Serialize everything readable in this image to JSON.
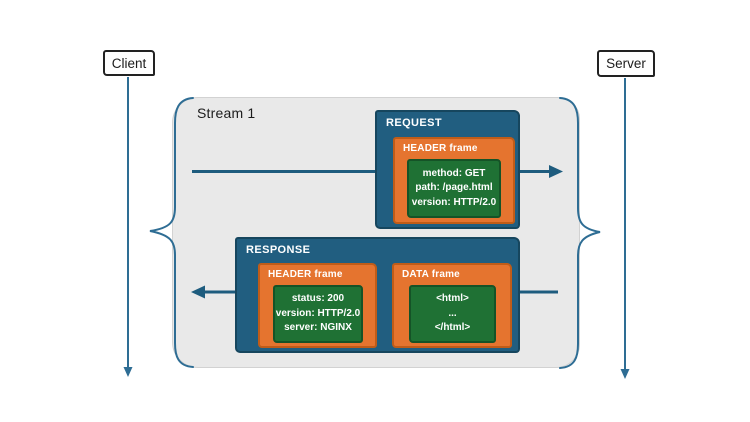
{
  "diagram": {
    "client_label": "Client",
    "server_label": "Server",
    "stream_label": "Stream 1",
    "request": {
      "title": "REQUEST",
      "header_frame": {
        "title": "HEADER frame",
        "lines": [
          "method: GET",
          "path: /page.html",
          "version: HTTP/2.0"
        ]
      }
    },
    "response": {
      "title": "RESPONSE",
      "header_frame": {
        "title": "HEADER frame",
        "lines": [
          "status: 200",
          "version: HTTP/2.0",
          "server: NGINX"
        ]
      },
      "data_frame": {
        "title": "DATA frame",
        "lines": [
          "<html>",
          "...",
          "</html>"
        ]
      }
    },
    "colors": {
      "box_blue": "#215e80",
      "box_blue_border": "#16465e",
      "frame_orange": "#e5742f",
      "frame_orange_border": "#c05c18",
      "payload_green": "#1f7134",
      "payload_green_border": "#155327",
      "stream_gray": "#e9e9e9",
      "line_blue": "#2e6d94",
      "arrow_blue": "#1e5c7e",
      "text_light": "#ffffff",
      "text_dark": "#1c1c1c"
    }
  }
}
